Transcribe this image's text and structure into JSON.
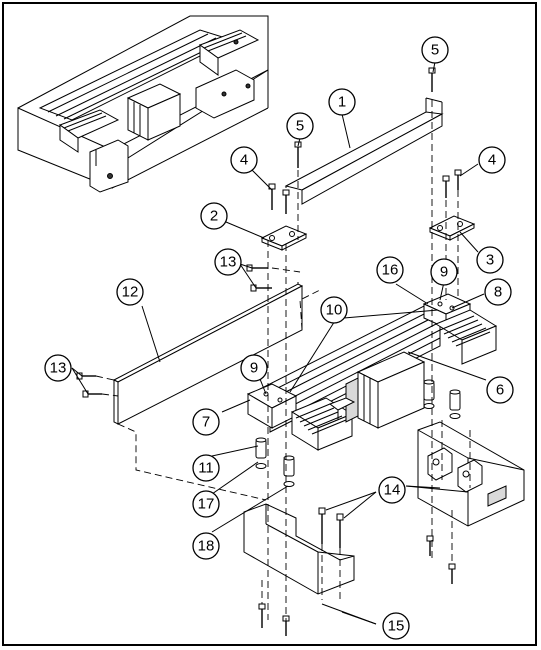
{
  "diagram": {
    "callouts": [
      {
        "id": "c1",
        "label": "1"
      },
      {
        "id": "c2",
        "label": "2"
      },
      {
        "id": "c3",
        "label": "3"
      },
      {
        "id": "c4a",
        "label": "4"
      },
      {
        "id": "c4b",
        "label": "4"
      },
      {
        "id": "c5a",
        "label": "5"
      },
      {
        "id": "c5b",
        "label": "5"
      },
      {
        "id": "c6",
        "label": "6"
      },
      {
        "id": "c7",
        "label": "7"
      },
      {
        "id": "c8",
        "label": "8"
      },
      {
        "id": "c9a",
        "label": "9"
      },
      {
        "id": "c9b",
        "label": "9"
      },
      {
        "id": "c10",
        "label": "10"
      },
      {
        "id": "c11",
        "label": "11"
      },
      {
        "id": "c12",
        "label": "12"
      },
      {
        "id": "c13a",
        "label": "13"
      },
      {
        "id": "c13b",
        "label": "13"
      },
      {
        "id": "c14",
        "label": "14"
      },
      {
        "id": "c15",
        "label": "15"
      },
      {
        "id": "c16",
        "label": "16"
      },
      {
        "id": "c17",
        "label": "17"
      },
      {
        "id": "c18",
        "label": "18"
      }
    ]
  }
}
